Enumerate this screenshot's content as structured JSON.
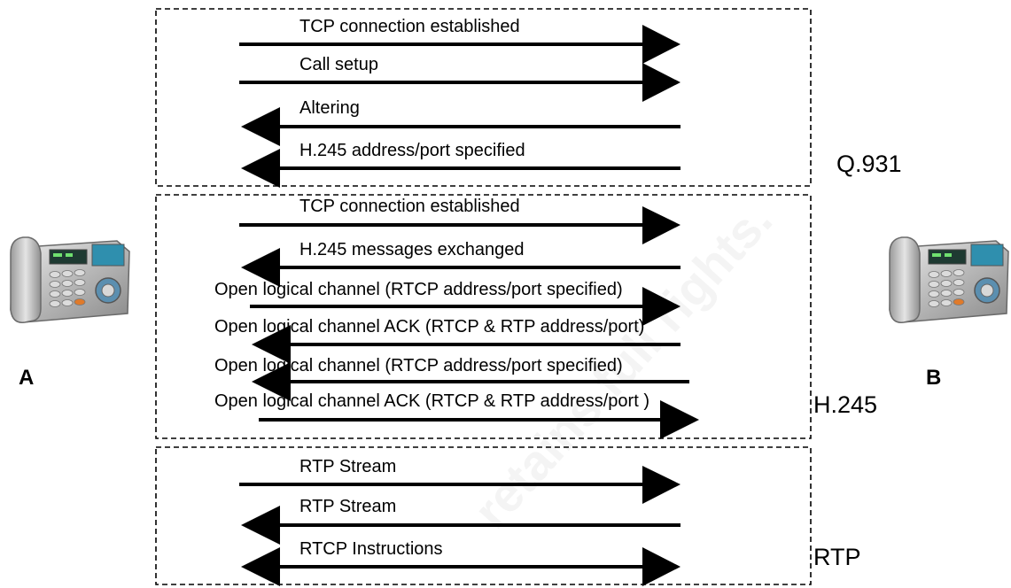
{
  "endpoints": {
    "a": {
      "label": "A",
      "icon": "desk-phone-icon"
    },
    "b": {
      "label": "B",
      "icon": "desk-phone-icon"
    }
  },
  "sections": [
    {
      "label": "Q.931"
    },
    {
      "label": "H.245"
    },
    {
      "label": "RTP"
    }
  ],
  "messages": [
    {
      "text": "TCP connection established",
      "direction": "A→B"
    },
    {
      "text": "Call setup",
      "direction": "A→B"
    },
    {
      "text": "Altering",
      "direction": "B→A"
    },
    {
      "text": "H.245 address/port specified",
      "direction": "B→A"
    },
    {
      "text": "TCP connection established",
      "direction": "A→B"
    },
    {
      "text": "H.245 messages exchanged",
      "direction": "B→A"
    },
    {
      "text": "Open logical channel (RTCP address/port specified)",
      "direction": "A→B"
    },
    {
      "text": "Open logical channel ACK (RTCP & RTP address/port)",
      "direction": "B→A"
    },
    {
      "text": "Open logical channel (RTCP address/port specified)",
      "direction": "B→A"
    },
    {
      "text": "Open logical channel ACK (RTCP & RTP address/port )",
      "direction": "A→B"
    },
    {
      "text": "RTP Stream",
      "direction": "A→B"
    },
    {
      "text": "RTP Stream",
      "direction": "B→A"
    },
    {
      "text": "RTCP Instructions",
      "direction": "A↔B"
    }
  ],
  "watermark": "retains full rights."
}
